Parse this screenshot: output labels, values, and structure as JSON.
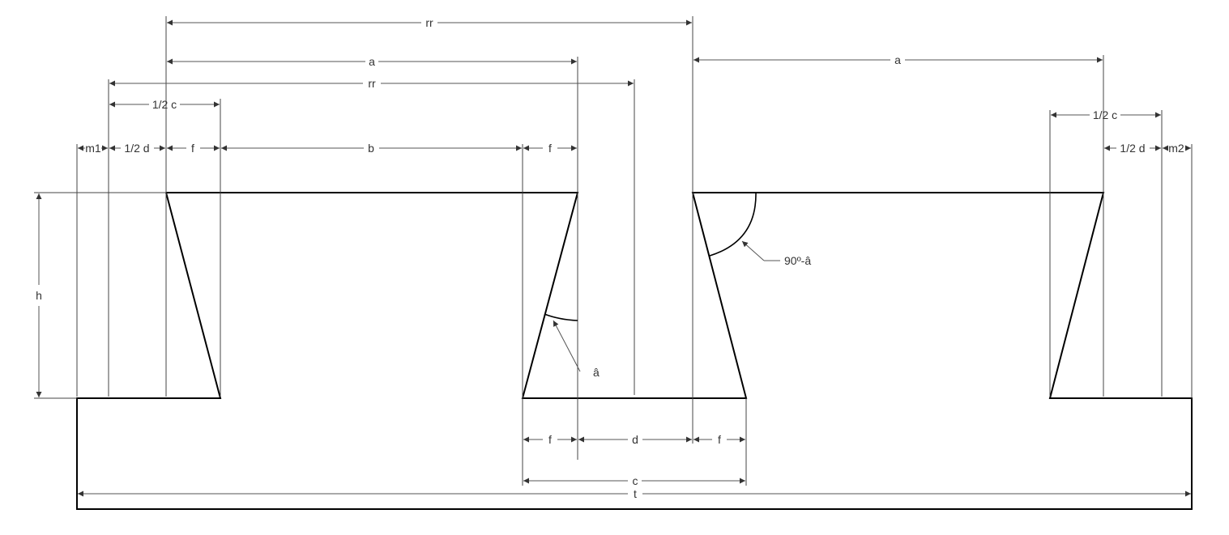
{
  "labels": {
    "rr": "rr",
    "a": "a",
    "half_c": "1/2 c",
    "half_d": "1/2 d",
    "f": "f",
    "b": "b",
    "m1": "m1",
    "m2": "m2",
    "h": "h",
    "d": "d",
    "c": "c",
    "t": "t",
    "angle": "â",
    "angle_compl": "90º-â"
  },
  "colors": {
    "outline": "#000000",
    "dimension": "#555555"
  }
}
